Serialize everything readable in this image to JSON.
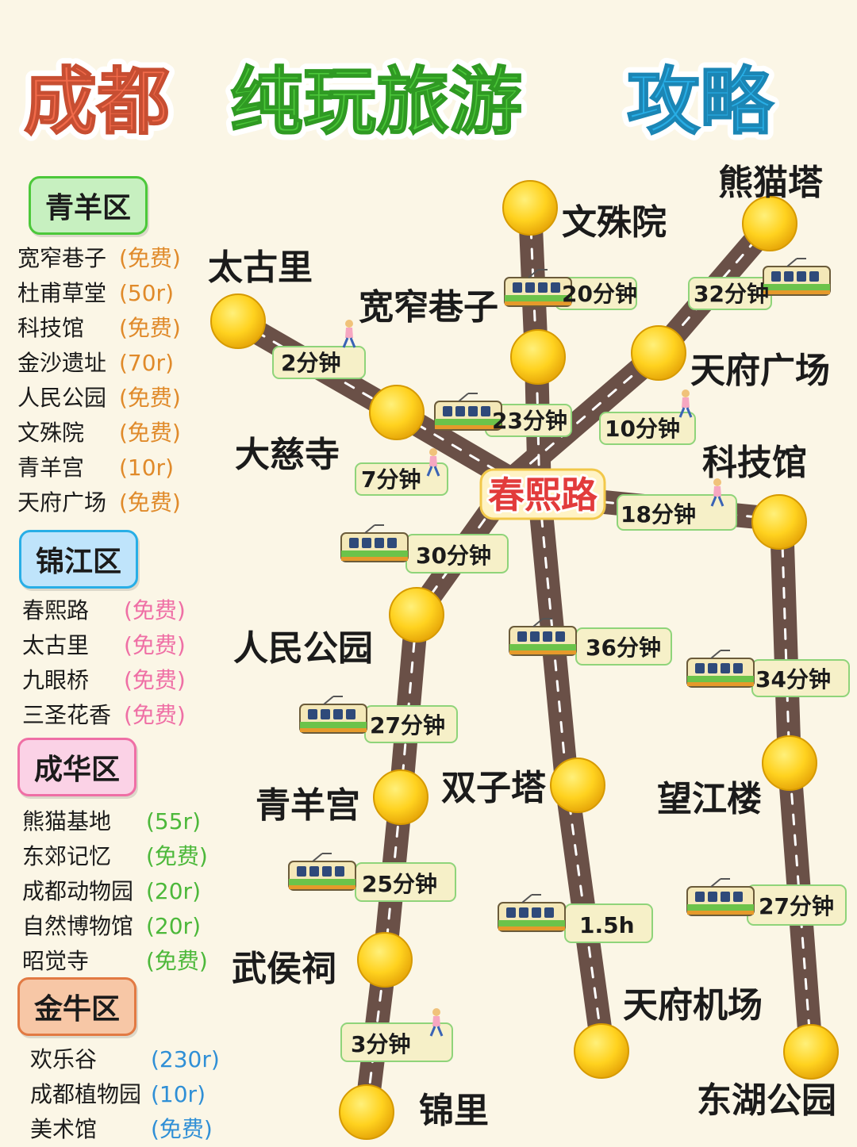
{
  "title": {
    "part1": "成都",
    "part2": "纯玩旅游",
    "part3": "攻略"
  },
  "colors": {
    "title1": "#f26b4b",
    "title2": "#4cc83a",
    "title3": "#28aee6",
    "road": "#6a5047",
    "station": "#ffd21f"
  },
  "districts": [
    {
      "name": "青羊区",
      "items": [
        {
          "name": "宽窄巷子",
          "price": "(免费)"
        },
        {
          "name": "杜甫草堂",
          "price": "(50r)"
        },
        {
          "name": "科技馆",
          "price": "(免费)"
        },
        {
          "name": "金沙遗址",
          "price": "(70r)"
        },
        {
          "name": "人民公园",
          "price": "(免费)"
        },
        {
          "name": "文殊院",
          "price": "(免费)"
        },
        {
          "name": "青羊宫",
          "price": "(10r)"
        },
        {
          "name": "天府广场",
          "price": "(免费)"
        }
      ]
    },
    {
      "name": "锦江区",
      "items": [
        {
          "name": "春熙路",
          "price": "(免费)"
        },
        {
          "name": "太古里",
          "price": "(免费)"
        },
        {
          "name": "九眼桥",
          "price": "(免费)"
        },
        {
          "name": "三圣花香",
          "price": "(免费)"
        }
      ]
    },
    {
      "name": "成华区",
      "items": [
        {
          "name": "熊猫基地",
          "price": "(55r)"
        },
        {
          "name": "东郊记忆",
          "price": "(免费)"
        },
        {
          "name": "成都动物园",
          "price": "(20r)"
        },
        {
          "name": "自然博物馆",
          "price": "(20r)"
        },
        {
          "name": "昭觉寺",
          "price": "(免费)"
        }
      ]
    },
    {
      "name": "金牛区",
      "items": [
        {
          "name": "欢乐谷",
          "price": "(230r)"
        },
        {
          "name": "成都植物园",
          "price": "(10r)"
        },
        {
          "name": "美术馆",
          "price": "(免费)"
        }
      ]
    }
  ],
  "center": "春熙路",
  "stations": [
    "文殊院",
    "熊猫塔",
    "太古里",
    "宽窄巷子",
    "天府广场",
    "大慈寺",
    "科技馆",
    "人民公园",
    "青羊宫",
    "双子塔",
    "望江楼",
    "武侯祠",
    "天府机场",
    "锦里",
    "东湖公园"
  ],
  "legs": [
    "20分钟",
    "32分钟",
    "2分钟",
    "23分钟",
    "10分钟",
    "7分钟",
    "18分钟",
    "30分钟",
    "36分钟",
    "34分钟",
    "27分钟",
    "25分钟",
    "1.5h",
    "27分钟",
    "3分钟"
  ]
}
